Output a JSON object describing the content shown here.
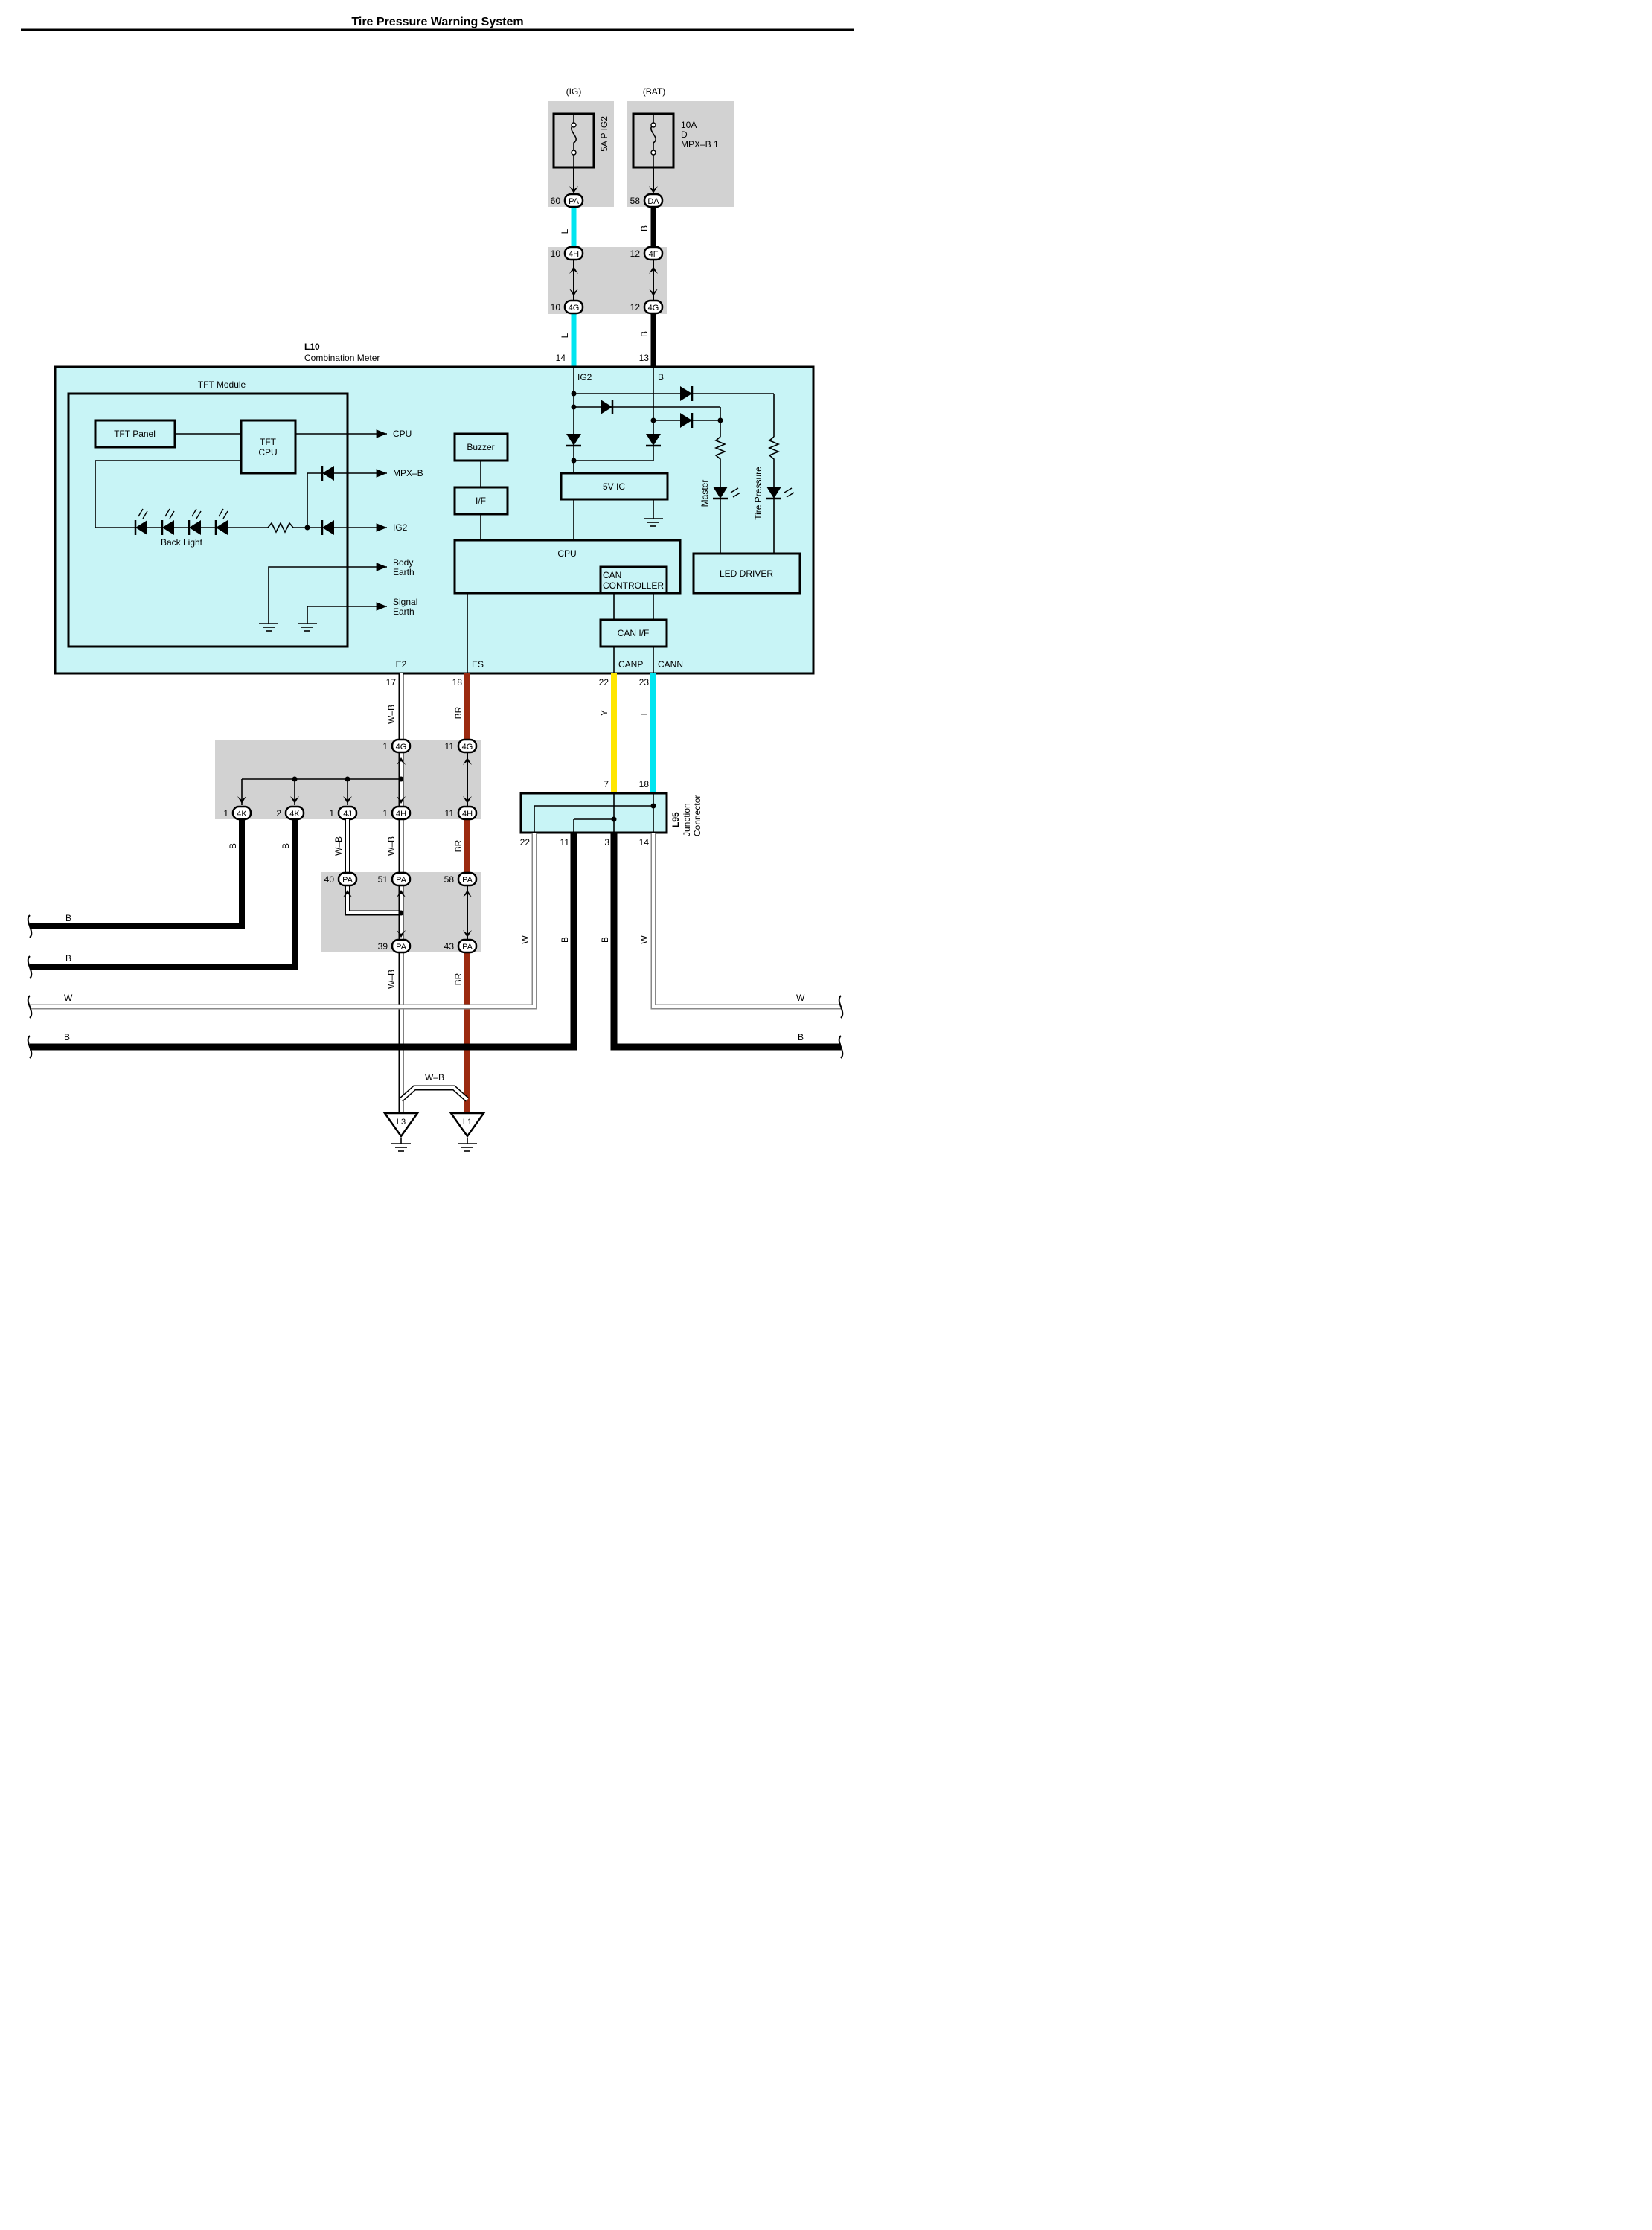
{
  "title": "Tire Pressure Warning System",
  "colors": {
    "L": "#00e5f0",
    "B": "#000000",
    "Y": "#ffe600",
    "BR": "#9b2a10",
    "W": "#ffffff",
    "meter_fill": "#c8f4f6",
    "shade": "#d2d2d2"
  },
  "fuses": {
    "ig": {
      "source": "(IG)",
      "rating": "5A P IG2",
      "pin": "60",
      "conn": "PA",
      "wire": "L"
    },
    "bat": {
      "source": "(BAT)",
      "rating_line1": "10A",
      "rating_line2": "D",
      "rating_line3": "MPX–B 1",
      "pin": "58",
      "conn": "DA",
      "wire": "B"
    }
  },
  "relay_block": {
    "top_left": {
      "pin": "10",
      "conn": "4H"
    },
    "top_right": {
      "pin": "12",
      "conn": "4F"
    },
    "bot_left": {
      "pin": "10",
      "conn": "4G"
    },
    "bot_right": {
      "pin": "12",
      "conn": "4G"
    },
    "wire_left": "L",
    "wire_right": "B"
  },
  "meter": {
    "id": "L10",
    "name": "Combination Meter",
    "pin_ig2": "14",
    "pin_b": "13",
    "label_ig2": "IG2",
    "label_b": "B",
    "tft_module": "TFT Module",
    "tft_panel": "TFT Panel",
    "tft_cpu_1": "TFT",
    "tft_cpu_2": "CPU",
    "back_light": "Back Light",
    "arrows": {
      "cpu": "CPU",
      "mpx": "MPX–B",
      "ig2": "IG2",
      "body1": "Body",
      "body2": "Earth",
      "signal1": "Signal",
      "signal2": "Earth"
    },
    "buzzer": "Buzzer",
    "if": "I/F",
    "five_v": "5V IC",
    "cpu": "CPU",
    "can_ctrl_1": "CAN",
    "can_ctrl_2": "CONTROLLER",
    "can_if": "CAN I/F",
    "led_driver": "LED DRIVER",
    "master": "Master",
    "tire_pressure": "Tire Pressure",
    "terms": {
      "e2": "E2",
      "es": "ES",
      "canp": "CANP",
      "cann": "CANN"
    },
    "pins": {
      "e2": "17",
      "es": "18",
      "canp": "22",
      "cann": "23"
    },
    "wires": {
      "e2": "W–B",
      "es": "BR",
      "canp": "Y",
      "cann": "L"
    }
  },
  "junction": {
    "top": [
      {
        "pin": "1",
        "conn": "4G"
      },
      {
        "pin": "11",
        "conn": "4G"
      }
    ],
    "bottom": [
      {
        "pin": "1",
        "conn": "4K",
        "wire": "B"
      },
      {
        "pin": "2",
        "conn": "4K",
        "wire": "B"
      },
      {
        "pin": "1",
        "conn": "4J",
        "wire": "W–B"
      },
      {
        "pin": "1",
        "conn": "4H",
        "wire": "W–B"
      },
      {
        "pin": "11",
        "conn": "4H",
        "wire": "BR"
      }
    ]
  },
  "pa_block": {
    "top": [
      {
        "pin": "40",
        "conn": "PA"
      },
      {
        "pin": "51",
        "conn": "PA"
      },
      {
        "pin": "58",
        "conn": "PA"
      }
    ],
    "bottom": [
      {
        "pin": "39",
        "conn": "PA",
        "wire": "W–B"
      },
      {
        "pin": "43",
        "conn": "PA",
        "wire": "BR"
      }
    ]
  },
  "l95": {
    "id": "L95",
    "name1": "Junction",
    "name2": "Connector",
    "in_pins": {
      "canp": "7",
      "cann": "18"
    },
    "out_pins": [
      {
        "pin": "22",
        "wire": "W"
      },
      {
        "pin": "11",
        "wire": "B"
      },
      {
        "pin": "3",
        "wire": "B"
      },
      {
        "pin": "14",
        "wire": "W"
      }
    ]
  },
  "bus_lines": {
    "b1": "B",
    "b2": "B",
    "w_left": "W",
    "b_left": "B",
    "w_right": "W",
    "b_right": "B"
  },
  "grounds": {
    "l3": "L3",
    "l1": "L1",
    "bridge_wire": "W–B"
  }
}
